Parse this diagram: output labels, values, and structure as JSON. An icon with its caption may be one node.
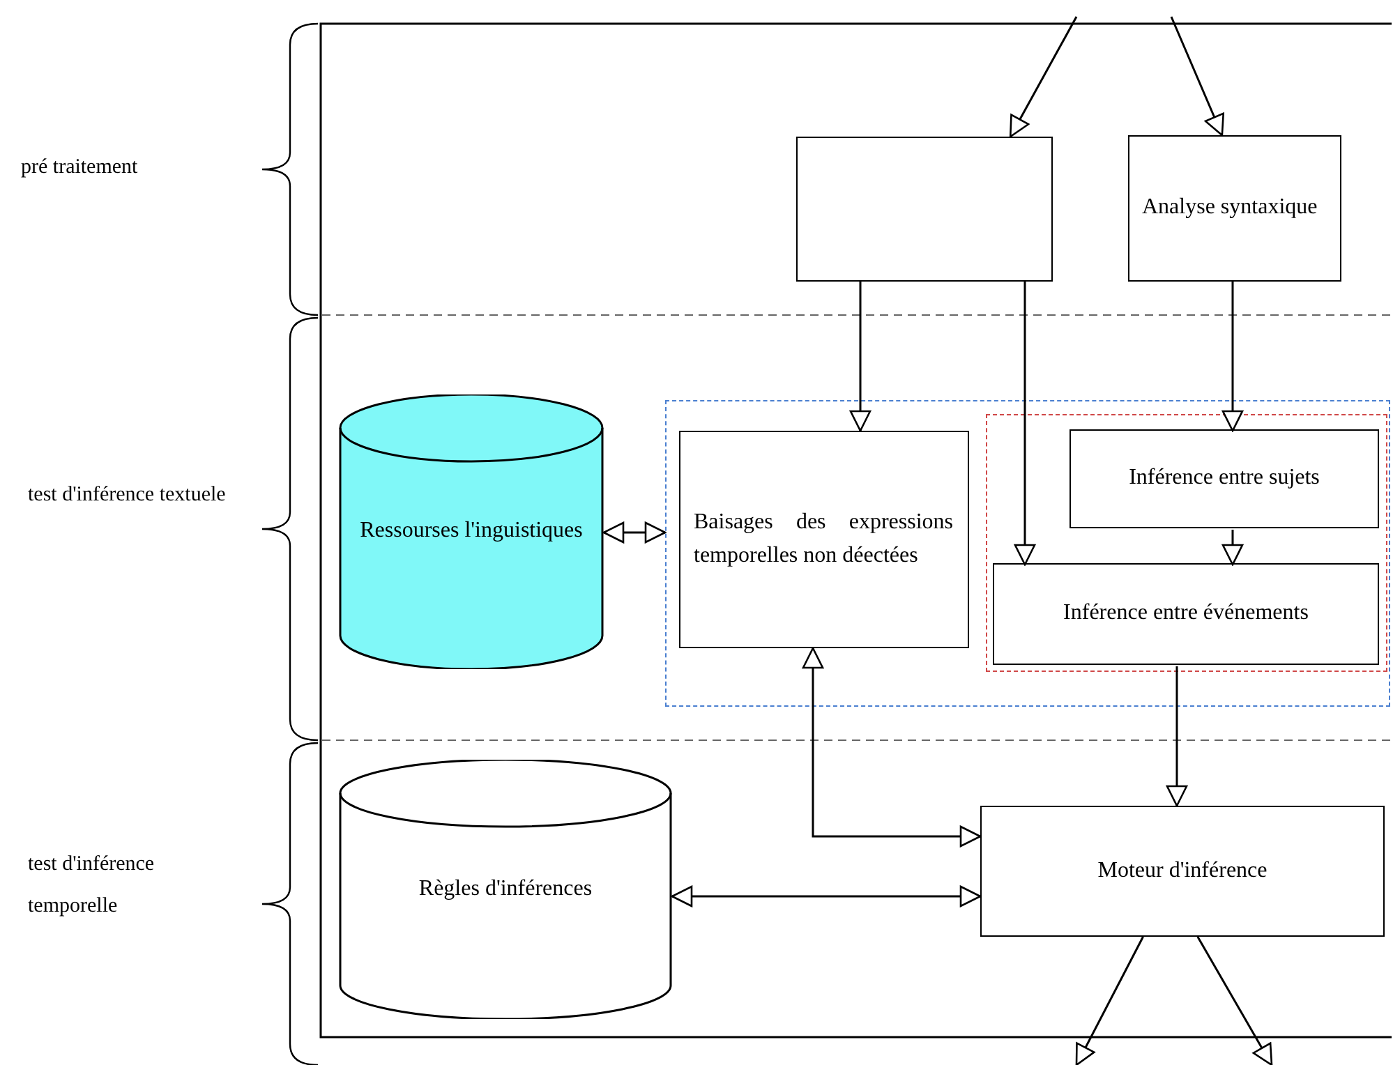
{
  "diagram": {
    "nodes": [
      {
        "text": [],
        "shape": "box"
      },
      {
        "text": [
          "Analyse syntaxique"
        ]
      },
      {
        "text": [
          "Ressourses l'inguistiques"
        ]
      },
      {
        "text": [],
        "shape": "box"
      },
      {
        "text": [
          "Baisages des expressions temporelles non déectées"
        ],
        "in": 3
      },
      {
        "text": [],
        "shape": "box",
        "in": 3
      },
      {
        "text": [
          "Inférence entre sujets"
        ],
        "in": 5
      },
      {
        "text": [
          "Inférence entre événements"
        ],
        "in": 5
      },
      {
        "text": [
          "Règles d'inférences"
        ]
      },
      {
        "text": [
          "Moteur d'inférence"
        ]
      }
    ],
    "edges": [
      {
        "from": null,
        "to": 0,
        "arrow": "to"
      },
      {
        "from": null,
        "to": 1,
        "arrow": "to"
      },
      {
        "from": 0,
        "to": 4,
        "arrow": "to"
      },
      {
        "from": 0,
        "to": 7,
        "arrow": "to"
      },
      {
        "from": 1,
        "to": 6,
        "arrow": "to"
      },
      {
        "from": 6,
        "to": 7,
        "arrow": "to"
      },
      {
        "from": 2,
        "to": 3,
        "arrow": "both"
      },
      {
        "from": 7,
        "to": 9,
        "arrow": "to"
      },
      {
        "from": 4,
        "to": 9,
        "arrow": "both"
      },
      {
        "from": 8,
        "to": 9,
        "arrow": "both"
      },
      {
        "from": 9,
        "to": null,
        "arrow": "to"
      },
      {
        "from": 9,
        "to": null,
        "arrow": "to"
      }
    ],
    "labels": [
      "pré traitement",
      "test d'inférence textuele",
      "test d'inférence temporelle"
    ]
  }
}
